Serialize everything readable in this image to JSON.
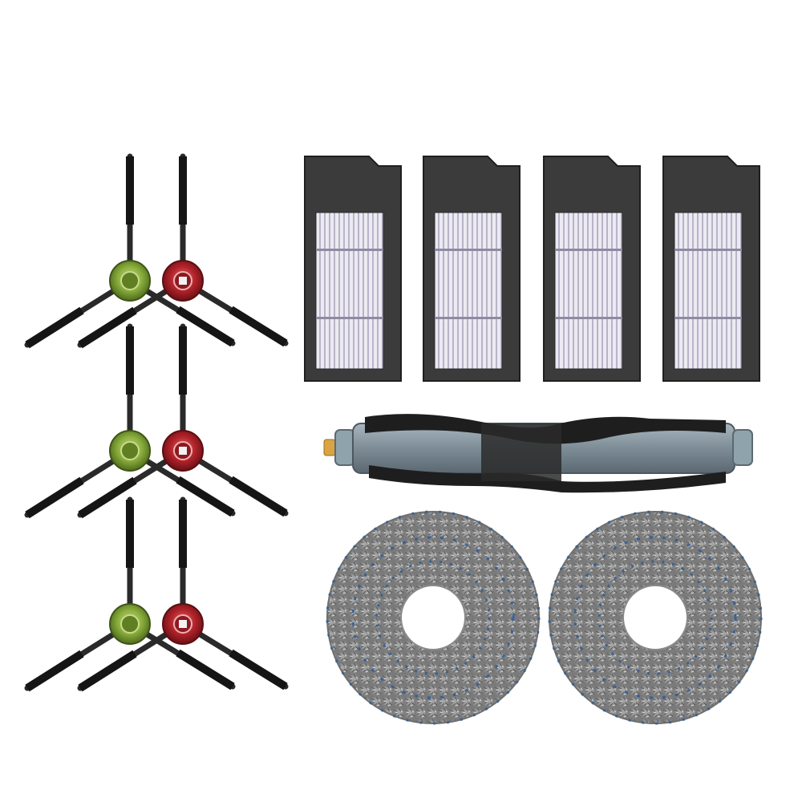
{
  "scene": {
    "background": "#ffffff",
    "subject": "robot-vacuum-replacement-parts-kit"
  },
  "items": {
    "side_brushes": {
      "pairs": 3,
      "colors": [
        "#7fa033",
        "#b3232b"
      ],
      "arm_color": "#2a2a2a"
    },
    "filters": {
      "count": 4,
      "frame_color": "#3a3a3a",
      "media_color": "#e8e4ef"
    },
    "main_brush": {
      "count": 1,
      "core_color": "#7d8c96",
      "bristle_color": "#1e1e1e",
      "cap_color": "#8fa3ad",
      "pin_color": "#d9a441"
    },
    "mop_pads": {
      "count": 2,
      "base_color": "#8e8e8e",
      "accent_color": "#2f5f9a"
    }
  }
}
